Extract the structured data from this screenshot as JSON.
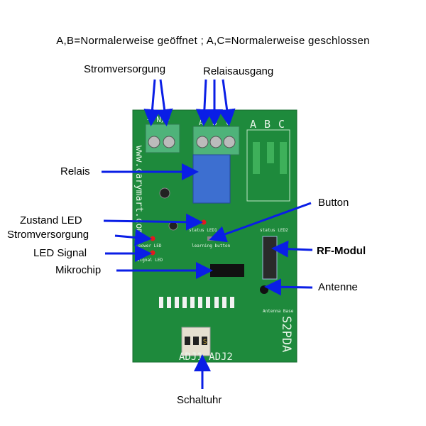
{
  "header": "A,B=Normalerweise geöffnet ; A,C=Normalerweise geschlossen",
  "labels": {
    "power_top": "Stromversorgung",
    "relay_output": "Relaisausgang",
    "relay": "Relais",
    "status_led": "Zustand LED",
    "power_left": "Stromversorgung",
    "led_signal": "LED Signal",
    "microchip": "Mikrochip",
    "button": "Button",
    "rf_module": "RF-Modul",
    "antenna": "Antenne",
    "timer": "Schaltuhr"
  },
  "board": {
    "website": "www.carymart.com",
    "model": "S2PDA",
    "power_terminals": "+  N/-",
    "relay_terminals": [
      "A",
      "B",
      "C"
    ],
    "abc_label": [
      "A",
      "B",
      "C"
    ],
    "status_led1": "status LED1",
    "status_led2": "status LED2",
    "power_led": "power LED",
    "signal_led": "signal LED",
    "learning_button": "learning button",
    "antenna_base": "Antenna Base",
    "adj": "ADJ1  ADJ2",
    "dip_switch": "S"
  },
  "colors": {
    "board": "#1e8a3c",
    "arrow": "#0a1ee6",
    "relay": "#3d6fd0",
    "terminal": "#4fb37a"
  }
}
